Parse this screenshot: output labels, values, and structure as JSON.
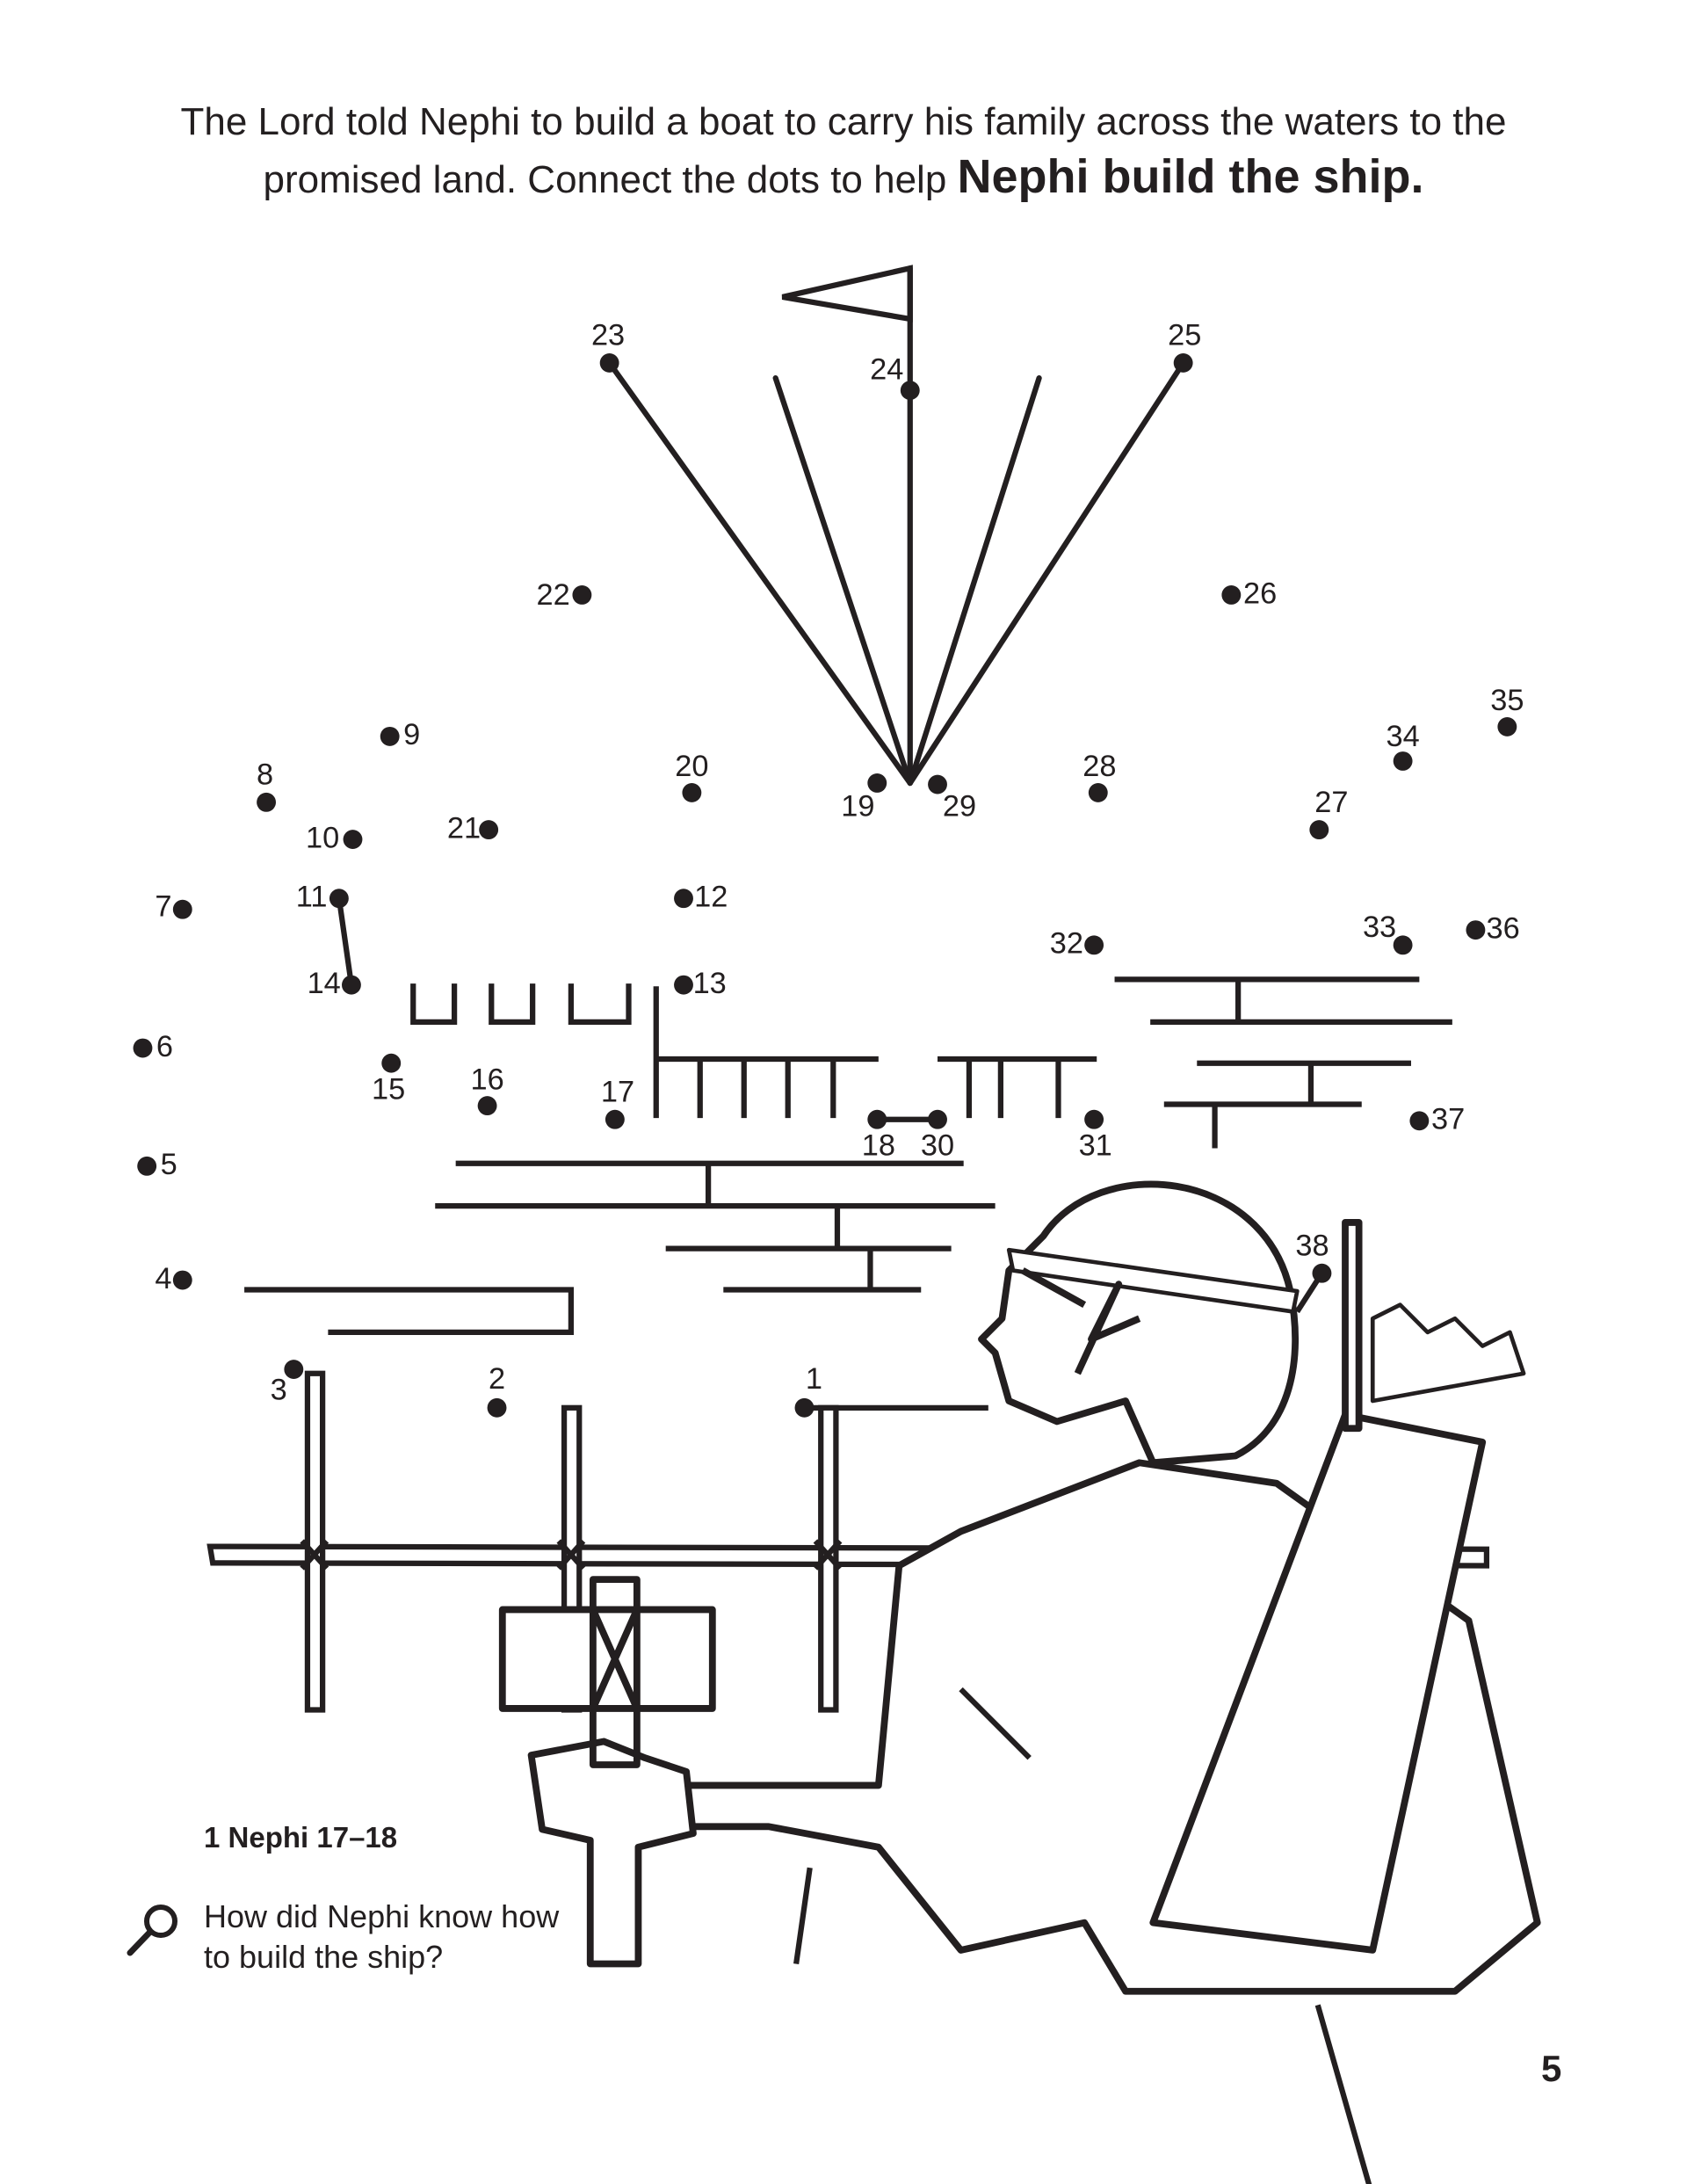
{
  "intro": {
    "line1": "The Lord told Nephi to build a boat to carry his family across the waters to the",
    "line2": "promised land. Connect the dots to help ",
    "line2_bold": "Nephi build the ship."
  },
  "dots": [
    "1",
    "2",
    "3",
    "4",
    "5",
    "6",
    "7",
    "8",
    "9",
    "10",
    "11",
    "12",
    "13",
    "14",
    "15",
    "16",
    "17",
    "18",
    "19",
    "20",
    "21",
    "22",
    "23",
    "24",
    "25",
    "26",
    "27",
    "28",
    "29",
    "30",
    "31",
    "32",
    "33",
    "34",
    "35",
    "36",
    "37",
    "38"
  ],
  "scripture_reference": "1 Nephi 17–18",
  "question": "How did Nephi know how to build the ship?",
  "question_icon": "magnifying-glass-icon",
  "page_number": "5"
}
